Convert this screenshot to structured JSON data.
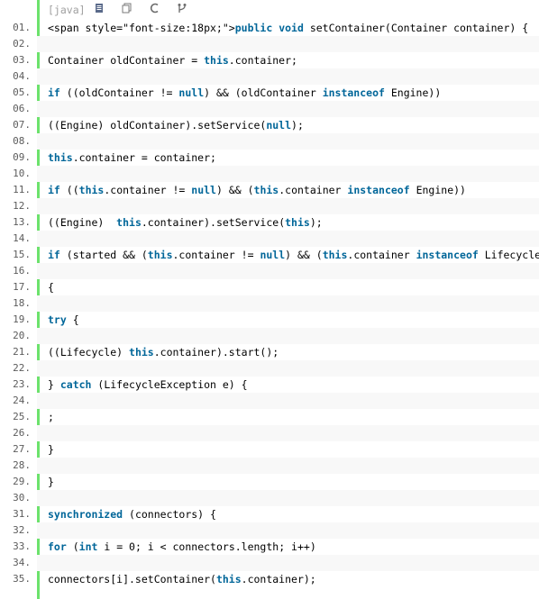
{
  "toolbar": {
    "language_label": "[java]",
    "icons": [
      "view-source-icon",
      "copy-icon",
      "code-icon",
      "fork-icon"
    ]
  },
  "lines": [
    {
      "n": "01.",
      "tokens": [
        {
          "t": "<span style=\"font-size:18px;\">"
        },
        {
          "t": "public",
          "k": true
        },
        {
          "t": " "
        },
        {
          "t": "void",
          "k": true
        },
        {
          "t": " setContainer(Container container) {"
        }
      ]
    },
    {
      "n": "02.",
      "tokens": []
    },
    {
      "n": "03.",
      "tokens": [
        {
          "t": "Container oldContainer = "
        },
        {
          "t": "this",
          "k": true
        },
        {
          "t": ".container;"
        }
      ]
    },
    {
      "n": "04.",
      "tokens": []
    },
    {
      "n": "05.",
      "tokens": [
        {
          "t": "if",
          "k": true
        },
        {
          "t": " ((oldContainer != "
        },
        {
          "t": "null",
          "k": true
        },
        {
          "t": ") && (oldContainer "
        },
        {
          "t": "instanceof",
          "k": true
        },
        {
          "t": " Engine))"
        }
      ]
    },
    {
      "n": "06.",
      "tokens": []
    },
    {
      "n": "07.",
      "tokens": [
        {
          "t": "((Engine) oldContainer).setService("
        },
        {
          "t": "null",
          "k": true
        },
        {
          "t": ");"
        }
      ]
    },
    {
      "n": "08.",
      "tokens": []
    },
    {
      "n": "09.",
      "tokens": [
        {
          "t": "this",
          "k": true
        },
        {
          "t": ".container = container;"
        }
      ]
    },
    {
      "n": "10.",
      "tokens": []
    },
    {
      "n": "11.",
      "tokens": [
        {
          "t": "if",
          "k": true
        },
        {
          "t": " (("
        },
        {
          "t": "this",
          "k": true
        },
        {
          "t": ".container != "
        },
        {
          "t": "null",
          "k": true
        },
        {
          "t": ") && ("
        },
        {
          "t": "this",
          "k": true
        },
        {
          "t": ".container "
        },
        {
          "t": "instanceof",
          "k": true
        },
        {
          "t": " Engine))"
        }
      ]
    },
    {
      "n": "12.",
      "tokens": []
    },
    {
      "n": "13.",
      "tokens": [
        {
          "t": "((Engine)  "
        },
        {
          "t": "this",
          "k": true
        },
        {
          "t": ".container).setService("
        },
        {
          "t": "this",
          "k": true
        },
        {
          "t": ");"
        }
      ]
    },
    {
      "n": "14.",
      "tokens": []
    },
    {
      "n": "15.",
      "tokens": [
        {
          "t": "if",
          "k": true
        },
        {
          "t": " (started && ("
        },
        {
          "t": "this",
          "k": true
        },
        {
          "t": ".container != "
        },
        {
          "t": "null",
          "k": true
        },
        {
          "t": ") && ("
        },
        {
          "t": "this",
          "k": true
        },
        {
          "t": ".container "
        },
        {
          "t": "instanceof",
          "k": true
        },
        {
          "t": " Lifecycle))"
        }
      ]
    },
    {
      "n": "16.",
      "tokens": []
    },
    {
      "n": "17.",
      "tokens": [
        {
          "t": "{"
        }
      ]
    },
    {
      "n": "18.",
      "tokens": []
    },
    {
      "n": "19.",
      "tokens": [
        {
          "t": "try",
          "k": true
        },
        {
          "t": " {"
        }
      ]
    },
    {
      "n": "20.",
      "tokens": []
    },
    {
      "n": "21.",
      "tokens": [
        {
          "t": "((Lifecycle) "
        },
        {
          "t": "this",
          "k": true
        },
        {
          "t": ".container).start();"
        }
      ]
    },
    {
      "n": "22.",
      "tokens": []
    },
    {
      "n": "23.",
      "tokens": [
        {
          "t": "} "
        },
        {
          "t": "catch",
          "k": true
        },
        {
          "t": " (LifecycleException e) {"
        }
      ]
    },
    {
      "n": "24.",
      "tokens": []
    },
    {
      "n": "25.",
      "tokens": [
        {
          "t": ";"
        }
      ]
    },
    {
      "n": "26.",
      "tokens": []
    },
    {
      "n": "27.",
      "tokens": [
        {
          "t": "}"
        }
      ]
    },
    {
      "n": "28.",
      "tokens": []
    },
    {
      "n": "29.",
      "tokens": [
        {
          "t": "}"
        }
      ]
    },
    {
      "n": "30.",
      "tokens": []
    },
    {
      "n": "31.",
      "tokens": [
        {
          "t": "synchronized",
          "k": true
        },
        {
          "t": " (connectors) {"
        }
      ]
    },
    {
      "n": "32.",
      "tokens": []
    },
    {
      "n": "33.",
      "tokens": [
        {
          "t": "for",
          "k": true
        },
        {
          "t": " ("
        },
        {
          "t": "int",
          "k": true
        },
        {
          "t": " i = 0; i < connectors.length; i++)"
        }
      ]
    },
    {
      "n": "34.",
      "tokens": []
    },
    {
      "n": "35.",
      "tokens": [
        {
          "t": "connectors[i].setContainer("
        },
        {
          "t": "this",
          "k": true
        },
        {
          "t": ".container);"
        }
      ]
    }
  ],
  "colors": {
    "keyword": "#006699",
    "gutter_bar": "#6ce26c",
    "alt_row": "#f8f8f8",
    "line_number": "#5c5c5c",
    "toolbar_text": "#a0a0a0"
  }
}
